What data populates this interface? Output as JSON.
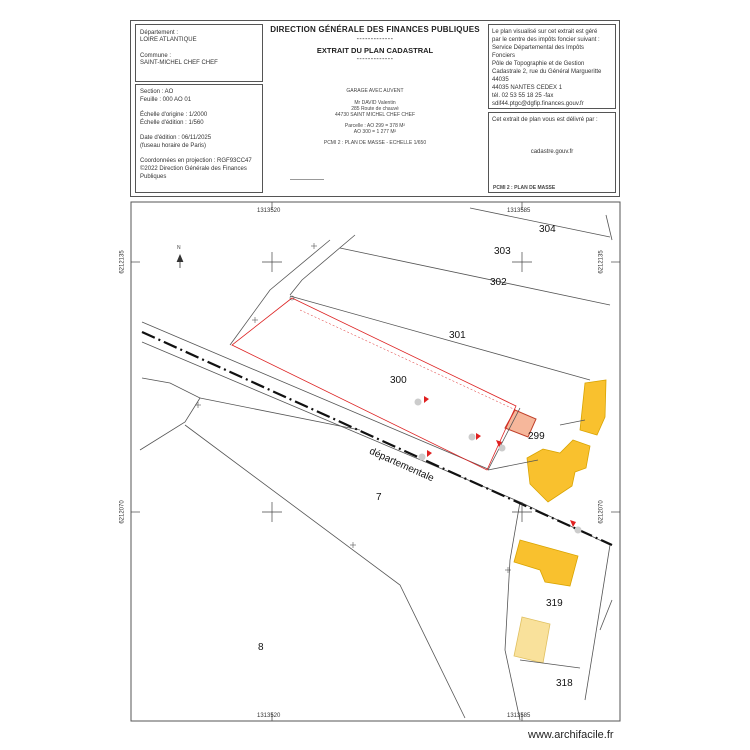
{
  "header": {
    "dept_label": "Département :",
    "dept_value": "LOIRE ATLANTIQUE",
    "commune_label": "Commune :",
    "commune_value": "SAINT-MICHEL CHEF CHEF",
    "dgfip": "DIRECTION GÉNÉRALE DES FINANCES PUBLIQUES",
    "dash1": "-------------",
    "extrait": "EXTRAIT DU PLAN CADASTRAL",
    "dash2": "-------------",
    "info_lines": [
      "Le plan visualisé sur cet extrait est géré",
      "par le centre des impôts foncier suivant :",
      "Service Départemental des Impôts",
      "Fonciers",
      "Pôle de Topographie et de Gestion",
      "Cadastrale 2, rue du Général Margueritte",
      "44035",
      "44035 NANTES CEDEX 1",
      "tél. 02 53 55 18 25 -fax",
      "sdif44.ptgc@dgfip.finances.gouv.fr"
    ]
  },
  "section": {
    "lines": [
      "Section : AO",
      "Feuille : 000 AO 01",
      "",
      "Échelle d'origine : 1/2000",
      "Échelle d'édition : 1/560",
      "",
      "Date d'édition : 06/11/2025",
      "(fuseau horaire de Paris)",
      "",
      "Coordonnées en projection : RGF93CC47",
      "©2022 Direction Générale des Finances",
      "Publiques"
    ]
  },
  "project": {
    "name": "GARAGE AVEC AUVENT",
    "owner": "Mr DAVID Valentin",
    "address1": "285 Route de chauvé",
    "address2": "44730 SAINT MICHEL CHEF CHEF",
    "parcel1": "Parcelle : AO 299 = 378 M²",
    "parcel2": "AO 300 = 1 277 M²",
    "pcmi": "PCMI 2 : PLAN DE MASSE - ECHELLE 1/650"
  },
  "delivery": {
    "label": "Cet extrait de plan vous est délivré par :",
    "value": "cadastre.gouv.fr",
    "footer": "PCMI 2 : PLAN DE MASSE"
  },
  "map": {
    "coords": {
      "top_left": "1313520",
      "top_right": "1313585",
      "bottom_left": "1313520",
      "bottom_right": "1313585",
      "left_top": "6212135",
      "left_bottom": "6212070",
      "right_top": "6212135",
      "right_bottom": "6212070"
    },
    "north": "N",
    "road_label": "départementale",
    "parcels": {
      "p304": "304",
      "p303": "303",
      "p302": "302",
      "p301": "301",
      "p300": "300",
      "p299": "299",
      "p7": "7",
      "p319": "319",
      "p8": "8",
      "p318": "318"
    }
  },
  "watermark": "www.archifacile.fr"
}
